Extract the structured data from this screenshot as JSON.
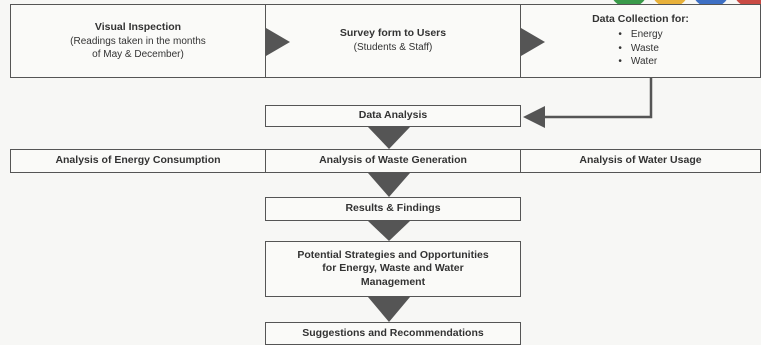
{
  "top_row": {
    "visual_inspection": {
      "title": "Visual Inspection",
      "line1": "(Readings taken in the months",
      "line2": "of May & December)"
    },
    "survey": {
      "title": "Survey form to Users",
      "subtitle": "(Students & Staff)"
    },
    "data_collection": {
      "title": "Data Collection for:",
      "items": [
        "Energy",
        "Waste",
        "Water"
      ]
    }
  },
  "data_analysis": "Data Analysis",
  "analysis_row": {
    "energy": "Analysis of Energy Consumption",
    "waste": "Analysis of Waste Generation",
    "water": "Analysis of Water Usage"
  },
  "results": "Results & Findings",
  "strategies": {
    "line1": "Potential Strategies and Opportunities",
    "line2": "for Energy, Waste and Water",
    "line3": "Management"
  },
  "suggestions": "Suggestions and Recommendations",
  "colors": {
    "border": "#555555",
    "arrow": "#555555",
    "box_fill": "#fafaf8",
    "circle_green": "#3a9a4a",
    "circle_yellow": "#e8b13a",
    "circle_blue": "#3d6fc4",
    "circle_red": "#c94a44"
  }
}
